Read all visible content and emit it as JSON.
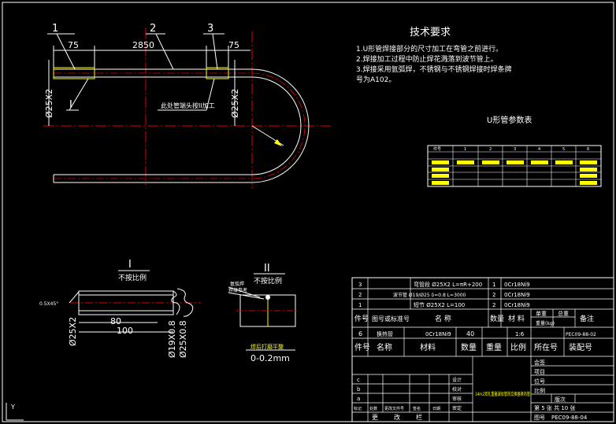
{
  "requirements": {
    "title": "技术要求",
    "lines": [
      "1.U形管焊接部分的尺寸加工在弯管之前进行。",
      "2.焊接加工过程中防止焊花溅落到波节管上。",
      "3.焊接采用氩弧焊，不锈钢与不锈钢焊接时焊条牌",
      "号为A102。"
    ]
  },
  "main_view": {
    "balloons": [
      "1",
      "2",
      "3"
    ],
    "dim_75_left": "75",
    "dim_2850": "2850",
    "dim_75_right": "75",
    "dia_left": "Ø25X2",
    "dia_right": "Ø25X2",
    "detail_mark": "I",
    "note": "此处管端头按II加工"
  },
  "u_table": {
    "title": "U形管参数表",
    "headers": [
      "件号",
      "1",
      "2",
      "3",
      "4",
      "5",
      "6"
    ]
  },
  "detail1": {
    "title": "I",
    "subtitle": "不按比例",
    "chamfer": "0.5X45°",
    "dim_80": "80",
    "dim_100": "100",
    "dia_a": "Ø25X2",
    "dia_b": "Ø19X0.8",
    "dia_c": "Ø25X0.8"
  },
  "detail2": {
    "title": "II",
    "subtitle": "不按比例",
    "label_a": "氩弧焊",
    "label_b": "焊接参考",
    "gap": "0-0.2mm",
    "note": "焊后打磨平整"
  },
  "bom": {
    "rows": [
      {
        "no": "3",
        "code": "",
        "name": "弯管段 Ø25X2 L=πR+200",
        "qty": "1",
        "material": "0Cr18Ni9"
      },
      {
        "no": "2",
        "code": "",
        "name": "波节管 Ø19/Ø25 δ=0.8 L=3000",
        "qty": "2",
        "material": "0Cr18Ni9"
      },
      {
        "no": "1",
        "code": "",
        "name": "短节 Ø25X2 L=100",
        "qty": "2",
        "material": "0Cr18Ni9"
      }
    ],
    "header": [
      "件号",
      "图号或标准号",
      "名 称",
      "数量",
      "材 料",
      "单重",
      "总重",
      "备注"
    ],
    "weight_label": "重量(kg)",
    "assembly_row": {
      "no": "6",
      "name": "换热管",
      "material": "0Cr18Ni9",
      "qty": "40",
      "scale": "1:6",
      "drawing": "PEC09-88-02"
    },
    "assembly_header": [
      "件号",
      "名称",
      "材料",
      "数量",
      "重量",
      "比例",
      "所在号",
      "装配号"
    ]
  },
  "title_block": {
    "rev_letters": [
      "c",
      "b",
      "a"
    ],
    "rev_header": [
      "标记",
      "处数",
      "更改文件号",
      "签名",
      "日期"
    ],
    "rev_footer": [
      "更",
      "改",
      "栏"
    ],
    "roles": [
      "设计",
      "校对",
      "审核",
      "审定"
    ],
    "right_labels": [
      "会签",
      "项目",
      "位号",
      "比例",
      "版次"
    ],
    "drawing_name": "14m2双孔重叠波纹管热交换器换热管",
    "sheet": "第 5 张  共 10 张",
    "drawing_no_label": "图号",
    "drawing_no": "PEC09-88-04"
  }
}
